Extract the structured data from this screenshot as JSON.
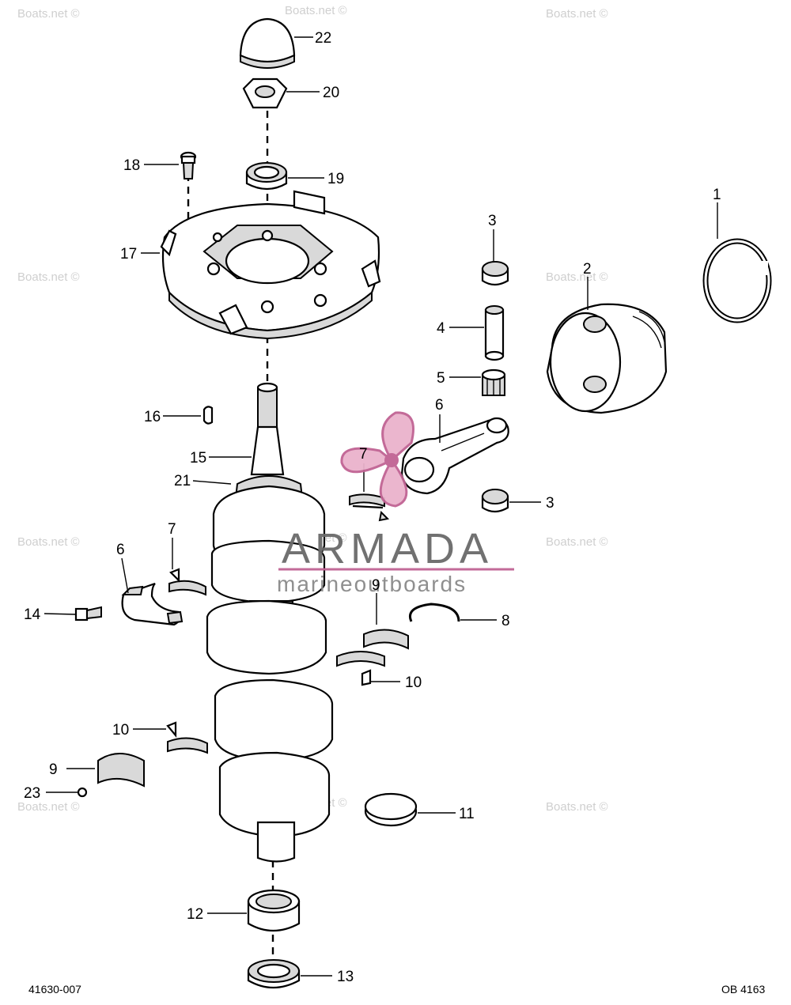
{
  "corner_left": "41630-007",
  "corner_right": "OB 4163",
  "watermark_text": "Boats.net ©",
  "brand": {
    "name": "ARMADA",
    "tagline": "marineoutboards"
  },
  "callouts": [
    "22",
    "20",
    "19",
    "18",
    "17",
    "1",
    "3",
    "2",
    "4",
    "5",
    "6",
    "16",
    "15",
    "21",
    "7",
    "3",
    "7",
    "6",
    "14",
    "9",
    "8",
    "10",
    "10",
    "9",
    "23",
    "11",
    "12",
    "13"
  ]
}
